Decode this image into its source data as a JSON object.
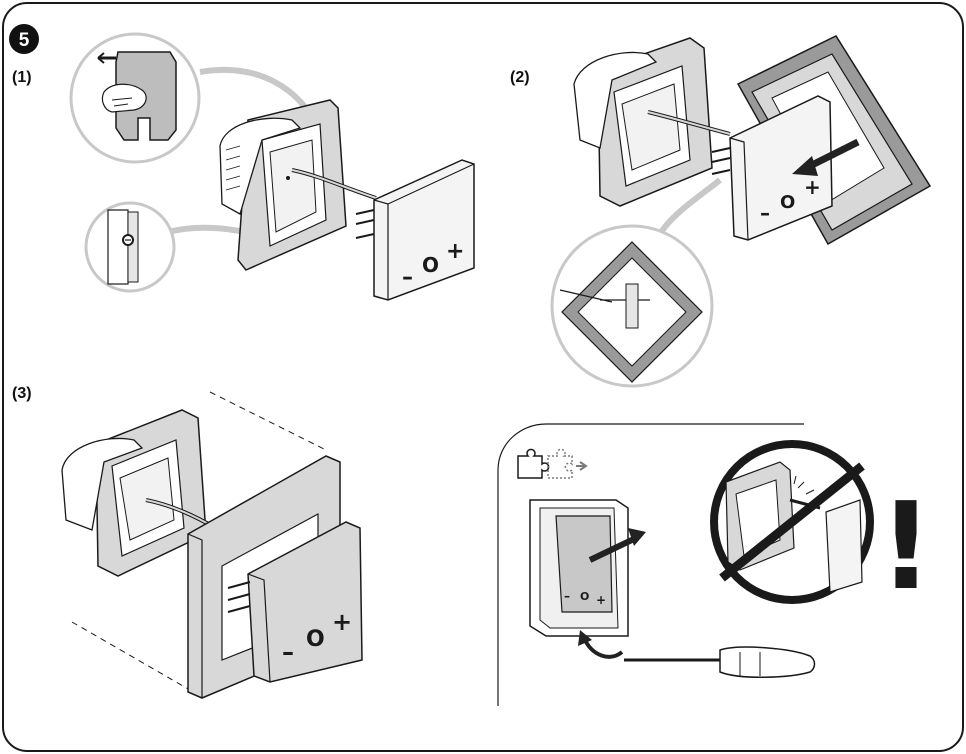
{
  "step": {
    "number": "5"
  },
  "panels": [
    {
      "id": "p1",
      "label": "(1)"
    },
    {
      "id": "p2",
      "label": "(2)"
    },
    {
      "id": "p3",
      "label": "(3)"
    }
  ],
  "device": {
    "minus_symbol": "–",
    "circle_symbol": "O",
    "plus_symbol": "+"
  },
  "warning": {
    "exclamation": "!"
  },
  "colors": {
    "line": "#1a1a1a",
    "frame_fill": "#d8d8d8",
    "frame_dark": "#9a9a9a",
    "callout_fill": "#e6e6e6",
    "callout_stroke": "#c8c8c8",
    "device_fill": "#f4f4f4",
    "arrow": "#222222"
  }
}
